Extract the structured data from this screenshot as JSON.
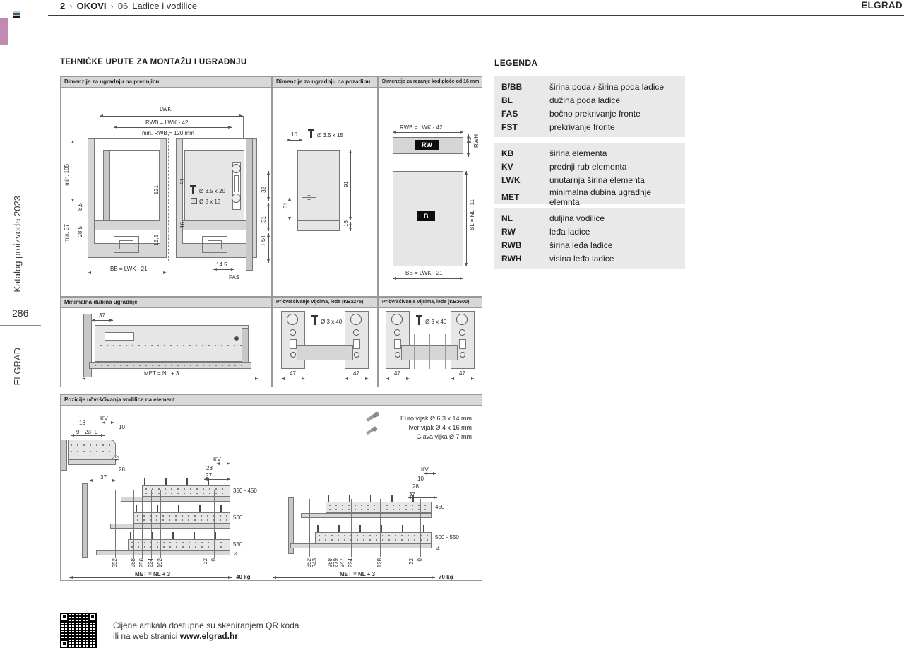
{
  "header": {
    "page_no": "2",
    "sep1": "›",
    "section": "OKOVI",
    "sep2": "›",
    "sub_no": "06",
    "sub_title": "Ladice i vodilice",
    "brand": "ELGRAD"
  },
  "sidebar": {
    "catalog": "Katalog proizvoda 2023",
    "page_number": "286",
    "brand": "ELGRAD"
  },
  "main_title": "TEHNIČKE UPUTE ZA MONTAŽU I UGRADNJU",
  "legend": {
    "title": "LEGENDA",
    "groups": [
      {
        "rows": [
          {
            "abbr": "B/BB",
            "desc": "širina poda / širina poda ladice"
          },
          {
            "abbr": "BL",
            "desc": "dužina poda ladice"
          },
          {
            "abbr": "FAS",
            "desc": "bočno prekrivanje fronte"
          },
          {
            "abbr": "FST",
            "desc": "prekrivanje fronte"
          }
        ]
      },
      {
        "rows": [
          {
            "abbr": "KB",
            "desc": "širina elementa"
          },
          {
            "abbr": "KV",
            "desc": "prednji rub elementa"
          },
          {
            "abbr": "LWK",
            "desc": "unutarnja širina elementa"
          },
          {
            "abbr": "MET",
            "desc": "minimalna dubina ugradnje elemnta"
          }
        ]
      },
      {
        "rows": [
          {
            "abbr": "NL",
            "desc": "duljina vodilice"
          },
          {
            "abbr": "RW",
            "desc": "leđa ladice"
          },
          {
            "abbr": "RWB",
            "desc": "širina leđa ladice"
          },
          {
            "abbr": "RWH",
            "desc": "visina leđa ladice"
          }
        ]
      }
    ]
  },
  "panels": {
    "p1": {
      "title": "Dimenzije za ugradnju na prednjicu",
      "labels": {
        "lwk": "LWK",
        "rwb": "RWB = LWK - 42",
        "min_rwb": "min. RWB = 120 mm",
        "min105": "min. 105",
        "d121": "121",
        "d91": "91",
        "d85": "8,5",
        "min37": "min. 37",
        "d285": "28,5",
        "d155": "15,5",
        "d16": "16",
        "screw1": "Ø 3.5 x 20",
        "screw2": "Ø 8 x 13",
        "d32": "32",
        "d31": "31",
        "fst": "FST",
        "d145": "14.5",
        "fas": "FAS",
        "bb": "BB = LWK - 21"
      }
    },
    "p2": {
      "title": "Dimenzije za ugradnju na pozadinu",
      "labels": {
        "d10": "10",
        "screw": "Ø 3.5 x 15",
        "d91": "91",
        "d31": "31",
        "d16": "16"
      }
    },
    "p3": {
      "title": "Dimenzije za rezanje kod ploče od 16 mm",
      "labels": {
        "rwb": "RWB = LWK - 42",
        "rw_chip": "RW",
        "d91": "91",
        "rwh": "RWH",
        "b_chip": "B",
        "bl": "BL = NL - 11",
        "bb": "BB = LWK - 21"
      }
    },
    "p4": {
      "title": "Minimalna dubina ugradnje",
      "labels": {
        "d37": "37",
        "met": "MET = NL + 3"
      }
    },
    "p5": {
      "title": "Pričvršćivanje vijcima, leđa (KB≥275)",
      "labels": {
        "screw": "Ø 3 x 40",
        "d47a": "47",
        "d47b": "47"
      }
    },
    "p6": {
      "title": "Pričvršćivanje vijcima, leđa (KB≥600)",
      "labels": {
        "screw": "Ø 3 x 40",
        "d47a": "47",
        "d47b": "47"
      }
    },
    "p7": {
      "title": "Pozicije učvršćivanja vodilice na element",
      "screws": {
        "euro": "Euro vijak Ø 6,3 x 14 mm",
        "iver": "Iver vijak  Ø 4 x 16 mm",
        "glava": "Glava vijka  Ø 7 mm"
      },
      "detail": {
        "kv": "KV",
        "d18": "18",
        "d10": "10",
        "d9a": "9",
        "d23": "23",
        "d9b": "9",
        "d12": "12",
        "d28": "28",
        "d37": "37"
      },
      "left": {
        "kv": "KV",
        "d28": "28",
        "d37": "37",
        "len1": "350 - 450",
        "len2": "500",
        "len3": "550",
        "d4": "4",
        "pos": [
          "352",
          "288",
          "256",
          "224",
          "192",
          "32",
          "0"
        ],
        "met": "MET = NL + 3",
        "load": "40 kg"
      },
      "right": {
        "kv": "KV",
        "d10": "10",
        "d28": "28",
        "d37": "37",
        "len1": "450",
        "len2": "500 - 550",
        "d4": "4",
        "pos": [
          "352",
          "343",
          "288",
          "279",
          "247",
          "224",
          "128",
          "32",
          "0"
        ],
        "met": "MET = NL + 3",
        "load": "70 kg"
      }
    }
  },
  "footer": {
    "line1": "Cijene artikala dostupne su skeniranjem QR koda",
    "line2": "ili na web stranici ",
    "url": "www.elgrad.hr"
  }
}
